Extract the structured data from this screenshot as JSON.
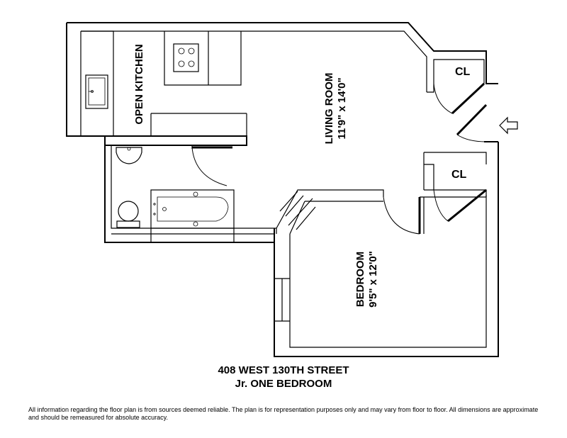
{
  "rooms": {
    "kitchen": {
      "name": "OPEN KITCHEN"
    },
    "living": {
      "name": "LIVING ROOM",
      "dimensions": "11'9\" x 14'0\""
    },
    "bedroom": {
      "name": "BEDROOM",
      "dimensions": "9'5\" x 12'0\""
    },
    "closet_top": {
      "label": "CL"
    },
    "closet_bottom": {
      "label": "CL"
    }
  },
  "title": {
    "address": "408 WEST 130TH STREET",
    "unit_type": "Jr. ONE BEDROOM"
  },
  "disclaimer": "All information regarding the floor plan is from sources deemed reliable. The plan is for representation purposes only and may vary from floor to floor. All dimensions are approximate and should be remeasured for absolute accuracy.",
  "icons": {
    "entrance": "entrance-arrow-icon"
  }
}
